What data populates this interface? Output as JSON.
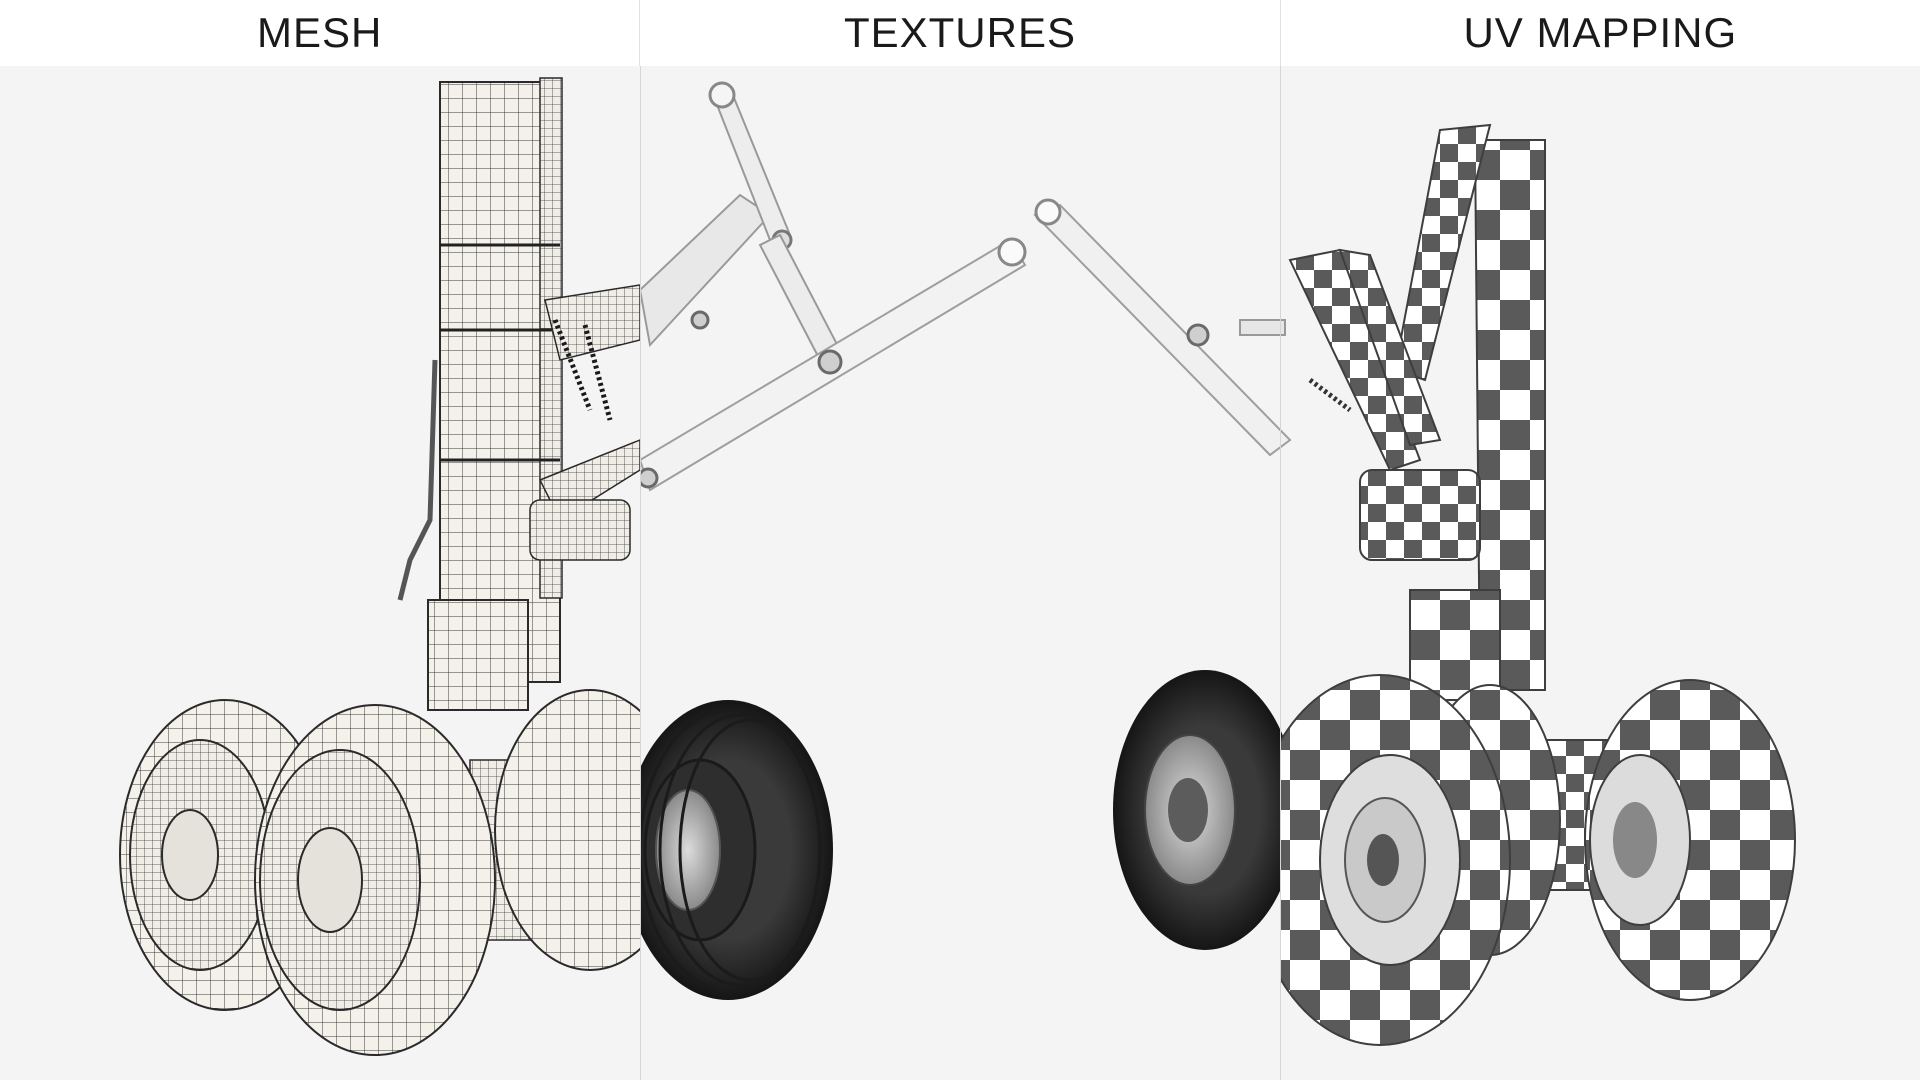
{
  "panels": [
    {
      "label": "MESH"
    },
    {
      "label": "TEXTURES"
    },
    {
      "label": "UV MAPPING"
    }
  ],
  "colors": {
    "background": "#f4f4f4",
    "header_bg": "#ffffff",
    "header_text": "#1a1a1a",
    "tire_dark": "#222222",
    "checker_dark": "#5a5a5a",
    "mesh_line": "#3a3a3a",
    "mesh_fill": "#f3f1ea"
  },
  "icons": [
    "landing-gear-render"
  ]
}
